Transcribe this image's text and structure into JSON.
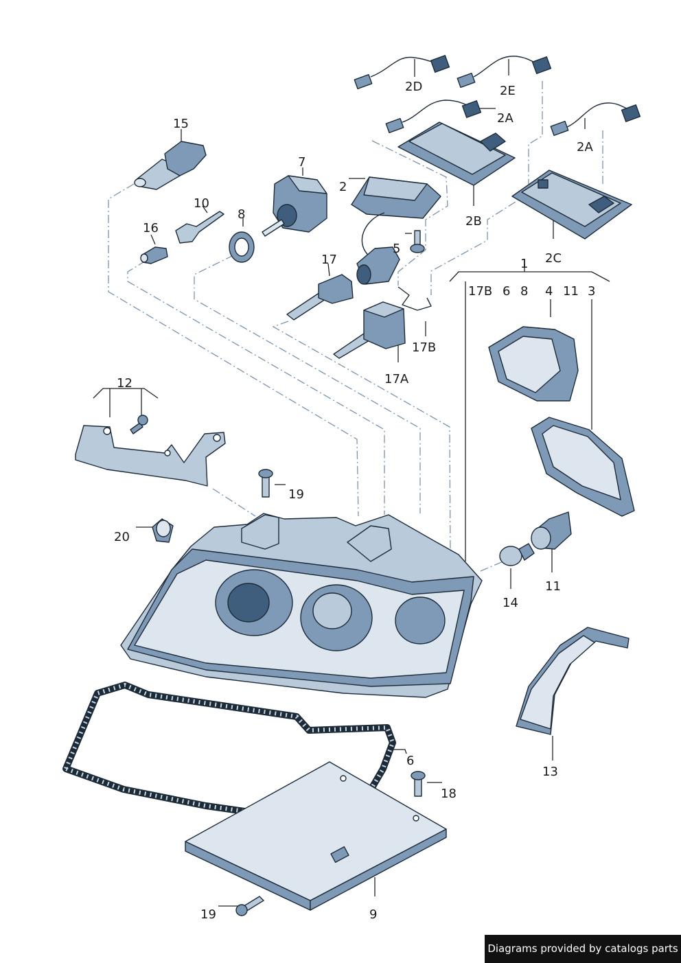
{
  "labels": {
    "l15": "15",
    "l10": "10",
    "l16": "16",
    "l8": "8",
    "l7": "7",
    "l2": "2",
    "l2d": "2D",
    "l2e": "2E",
    "l2a_top": "2A",
    "l2a_right": "2A",
    "l2b": "2B",
    "l2c": "2C",
    "l5": "5",
    "l17": "17",
    "l17b_lower": "17B",
    "l17a": "17A",
    "l1": "1",
    "l17b": "17B",
    "l6_top": "6",
    "l8_top": "8",
    "l4": "4",
    "l11_top": "11",
    "l3": "3",
    "l12": "12",
    "l19_top": "19",
    "l20": "20",
    "l14": "14",
    "l11": "11",
    "l13": "13",
    "l6": "6",
    "l18": "18",
    "l19_bottom": "19",
    "l9": "9"
  },
  "credit": "Diagrams provided by catalogs parts",
  "colors": {
    "accent": "#3f5d7c",
    "leader": "#7b93ad",
    "text": "#1a1a1a"
  }
}
